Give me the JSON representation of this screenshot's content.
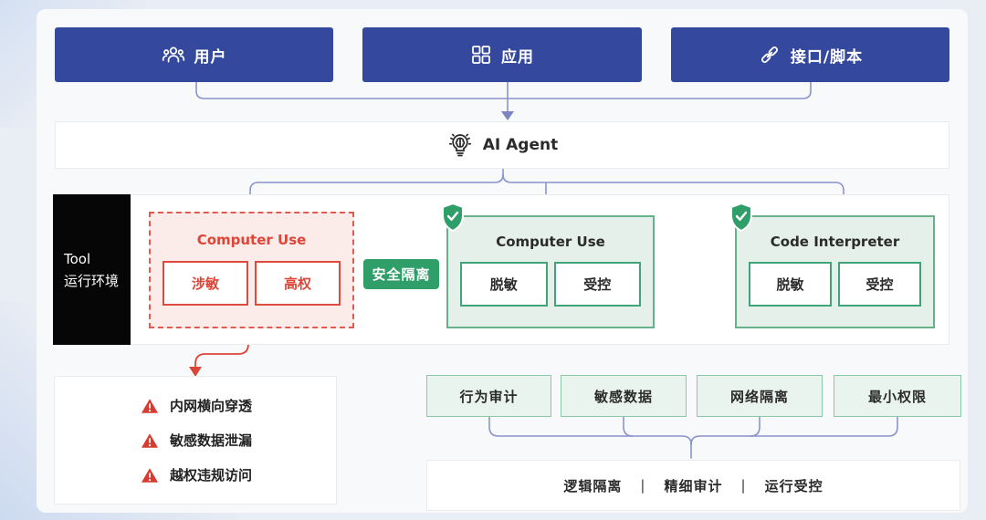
{
  "top_sources": [
    {
      "label": "用户",
      "icon": "users-icon"
    },
    {
      "label": "应用",
      "icon": "apps-grid-icon"
    },
    {
      "label": "接口/脚本",
      "icon": "link-icon"
    }
  ],
  "agent": {
    "label": "AI Agent",
    "icon": "brain-bulb-icon"
  },
  "tool_env": {
    "line1": "Tool",
    "line2": "运行环境"
  },
  "risky_tool": {
    "title": "Computer Use",
    "tags": [
      "涉敏",
      "高权"
    ]
  },
  "isolation_badge": {
    "label": "安全隔离"
  },
  "safe_tools": [
    {
      "title": "Computer Use",
      "tags": [
        "脱敏",
        "受控"
      ]
    },
    {
      "title": "Code Interpreter",
      "tags": [
        "脱敏",
        "受控"
      ]
    }
  ],
  "risks": {
    "items": [
      "内网横向穿透",
      "敏感数据泄漏",
      "越权违规访问"
    ]
  },
  "controls": [
    "行为审计",
    "敏感数据",
    "网络隔离",
    "最小权限"
  ],
  "summary": {
    "items": [
      "逻辑隔离",
      "精细审计",
      "运行受控"
    ],
    "separator": "|"
  },
  "colors": {
    "source_blue": "#34499e",
    "connector_purple": "#8a93cb",
    "risk_red": "#de4537",
    "risk_fill": "#fbebe9",
    "safe_green": "#2f9e68",
    "safe_fill": "#e5f0ea",
    "control_fill": "#e9f4ee",
    "env_black": "#060606",
    "card_bg": "#f8f9fb",
    "page_bg": "#e9edf4"
  }
}
